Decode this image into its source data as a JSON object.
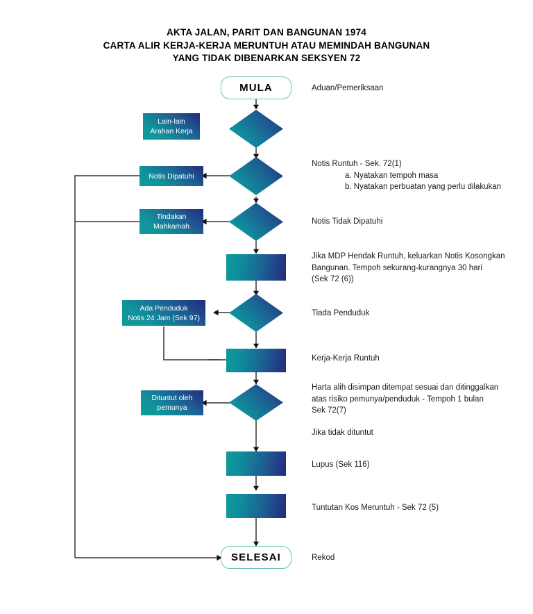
{
  "title": {
    "lines": [
      "AKTA JALAN, PARIT DAN BANGUNAN 1974",
      "CARTA ALIR KERJA-KERJA MERUNTUH ATAU MEMINDAH BANGUNAN",
      "YANG TIDAK DIBENARKAN SEKSYEN 72"
    ]
  },
  "flow": {
    "start_terminator": "MULA",
    "end_terminator": "SELESAI",
    "side_labels": [
      {
        "id": "lain-lain-arahan-kerja",
        "text": "Lain-lain\nArahan Kerja"
      },
      {
        "id": "notis-dipatuhi",
        "text": "Notis Dipatuhi"
      },
      {
        "id": "tindakan-mahkamah",
        "text": "Tindakan\nMahkamah"
      },
      {
        "id": "ada-penduduk",
        "text": "Ada Penduduk\nNotis 24 Jam (Sek 97)"
      },
      {
        "id": "dituntut-oleh-pemunya",
        "text": "Dituntut oleh\npemunya"
      }
    ],
    "process_boxes": [
      {
        "id": "notis-kosongkan-bangunan"
      },
      {
        "id": "kerja-kerja-runtuh"
      },
      {
        "id": "lupus"
      },
      {
        "id": "tuntutan-kos-meruntuh"
      }
    ],
    "decisions": [
      {
        "id": "aduan-pemeriksaan"
      },
      {
        "id": "notis-runtuh"
      },
      {
        "id": "notis-tidak-dipatuhi"
      },
      {
        "id": "tiada-penduduk"
      },
      {
        "id": "harta-alih"
      }
    ]
  },
  "annotations": {
    "aduan": "Aduan/Pemeriksaan",
    "notis_runtuh_head": "Notis Runtuh - Sek. 72(1)",
    "notis_runtuh_a": "a. Nyatakan tempoh masa",
    "notis_runtuh_b": "b. Nyatakan perbuatan yang perlu dilakukan",
    "notis_tidak_dipatuhi": "Notis Tidak Dipatuhi",
    "jika_mdp": "Jika MDP Hendak Runtuh, keluarkan Notis Kosongkan\nBangunan. Tempoh sekurang-kurangnya 30 hari\n(Sek 72 (6))",
    "tiada_penduduk": "Tiada Penduduk",
    "kerja_kerja_runtuh": "Kerja-Kerja Runtuh",
    "harta_alih": "Harta alih disimpan ditempat sesuai dan ditinggalkan\natas risiko pemunya/penduduk - Tempoh 1 bulan\nSek 72(7)",
    "jika_tidak_dituntut": "Jika tidak dituntut",
    "lupus": "Lupus (Sek 116)",
    "tuntutan_kos": "Tuntutan Kos Meruntuh - Sek 72 (5)",
    "rekod": "Rekod"
  },
  "colors": {
    "gradient_start_teal": "#0c9d99",
    "gradient_end_navy": "#232a7c",
    "terminator_border": "#6fc2ba",
    "connector_line": "#4a4a4a",
    "text_dark": "#1a1a1a",
    "background": "#ffffff"
  }
}
